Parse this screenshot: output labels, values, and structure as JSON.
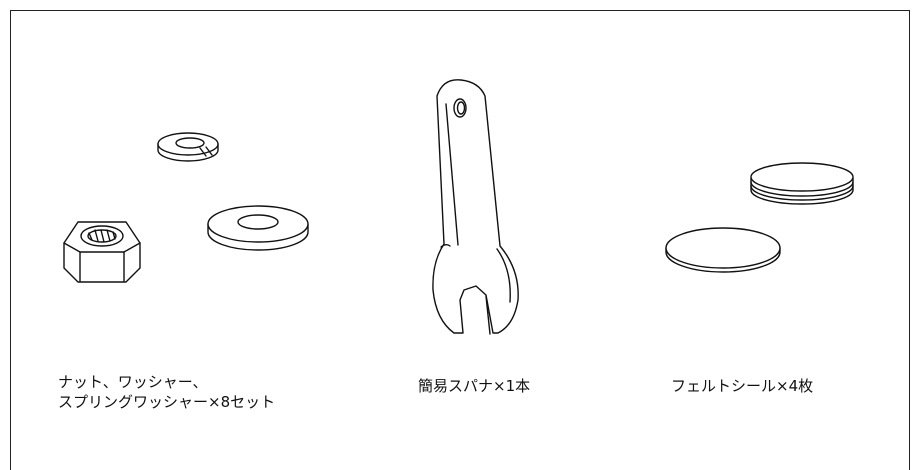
{
  "parts": {
    "hardware": {
      "line1": "ナット、ワッシャー、",
      "line2": "スプリングワッシャー×8セット"
    },
    "spanner": {
      "label": "簡易スパナ×1本"
    },
    "felt_seal": {
      "label": "フェルトシール×4枚"
    }
  }
}
